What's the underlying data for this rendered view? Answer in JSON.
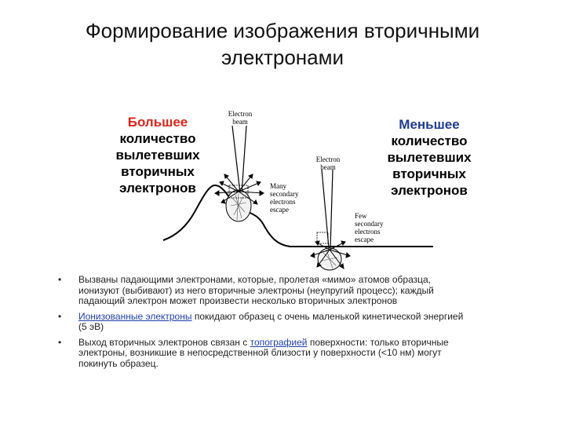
{
  "slide": {
    "title_line1": "Формирование изображения вторичными",
    "title_line2": "электронами"
  },
  "figure": {
    "left_label": {
      "line1": "Большее",
      "line2": "количество",
      "line3": "вылетевших",
      "line4": "вторичных",
      "line5": "электронов"
    },
    "right_label": {
      "line1": "Меньшее",
      "line2": "количество",
      "line3": "вылетевших",
      "line4": "вторичных",
      "line5": "электронов"
    },
    "beam1": {
      "line1": "Electron",
      "line2": "beam"
    },
    "beam2": {
      "line1": "Electron",
      "line2": "beam"
    },
    "many": {
      "line1": "Many",
      "line2": "secondary",
      "line3": "electrons",
      "line4": "escape"
    },
    "few": {
      "line1": "Few",
      "line2": "secondary",
      "line3": "electrons",
      "line4": "escape"
    }
  },
  "bullets": {
    "b1": {
      "line1": "Вызваны падающими электронами, которые, пролетая «мимо» атомов образца,",
      "line2": "ионизуют (выбивают) из него вторичные электроны (неупругий процесс); каждый",
      "line3": "падающий электрон может произвести несколько вторичных электронов"
    },
    "b2": {
      "link": "Ионизованные электроны",
      "rest": " покидают образец с очень маленькой кинетической энергией",
      "line2": "(5 эВ)"
    },
    "b3": {
      "pre": "Выход вторичных электронов связан с ",
      "link": "топографией",
      "post": " поверхности: только вторичные",
      "line2": "электроны, возникшие в непосредственной близости у поверхности (<10 нм) могут",
      "line3": "покинуть образец."
    },
    "bullet_symbol": "•"
  }
}
